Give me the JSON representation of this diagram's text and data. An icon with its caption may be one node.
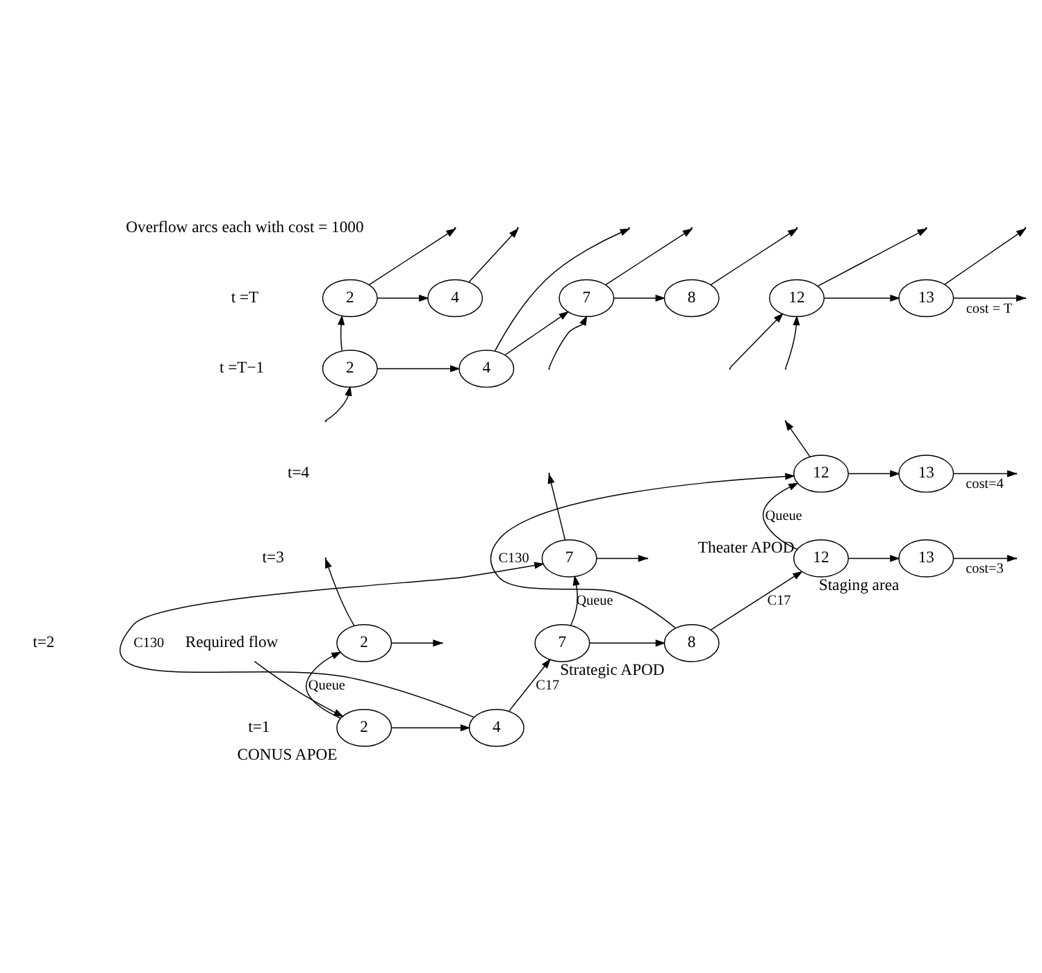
{
  "diagram": {
    "nodes": [
      {
        "text": [
          "2"
        ]
      },
      {
        "text": [
          "4"
        ]
      },
      {
        "text": [
          "7"
        ]
      },
      {
        "text": [
          "8"
        ]
      },
      {
        "text": [
          "12"
        ]
      },
      {
        "text": [
          "13"
        ]
      },
      {
        "text": [
          "2"
        ]
      },
      {
        "text": [
          "4"
        ]
      },
      {
        "text": [
          "12"
        ]
      },
      {
        "text": [
          "13"
        ]
      },
      {
        "text": [
          "7"
        ]
      },
      {
        "text": [
          "12"
        ],
        "beside": [
          "Theater APOD"
        ]
      },
      {
        "text": [
          "13"
        ],
        "beside": [
          "Staging area"
        ]
      },
      {
        "text": [
          "2"
        ]
      },
      {
        "text": [
          "7"
        ]
      },
      {
        "text": [
          "8"
        ],
        "beside": [
          "Strategic APOD"
        ]
      },
      {
        "text": [
          "Required flow"
        ]
      },
      {
        "text": [
          "2"
        ],
        "beside": [
          "CONUS APOE"
        ]
      },
      {
        "text": [
          "4"
        ]
      }
    ],
    "edges": [
      {
        "from": 0,
        "to": null,
        "arrow": "to"
      },
      {
        "from": 1,
        "to": null,
        "arrow": "to"
      },
      {
        "from": 2,
        "to": null,
        "arrow": "to"
      },
      {
        "from": 3,
        "to": null,
        "arrow": "to"
      },
      {
        "from": 4,
        "to": null,
        "arrow": "to"
      },
      {
        "from": 5,
        "to": null,
        "arrow": "to"
      },
      {
        "from": 0,
        "to": 1,
        "arrow": "to"
      },
      {
        "from": 2,
        "to": 3,
        "arrow": "to"
      },
      {
        "from": 4,
        "to": 5,
        "arrow": "to"
      },
      {
        "from": 5,
        "to": null,
        "arrow": "to",
        "label": "cost = T"
      },
      {
        "from": 6,
        "to": 0,
        "arrow": "to"
      },
      {
        "from": 6,
        "to": 7,
        "arrow": "to"
      },
      {
        "from": 7,
        "to": 2,
        "arrow": "to"
      },
      {
        "from": 7,
        "to": null,
        "arrow": "to"
      },
      {
        "from": null,
        "to": 6,
        "arrow": "to"
      },
      {
        "from": null,
        "to": 2,
        "arrow": "to"
      },
      {
        "from": null,
        "to": 4,
        "arrow": "to"
      },
      {
        "from": null,
        "to": 4,
        "arrow": "to"
      },
      {
        "from": 8,
        "to": null,
        "arrow": "to"
      },
      {
        "from": 8,
        "to": 9,
        "arrow": "to"
      },
      {
        "from": 9,
        "to": null,
        "arrow": "to",
        "label": "cost=4"
      },
      {
        "from": 10,
        "to": null,
        "arrow": "to"
      },
      {
        "from": 10,
        "to": null,
        "arrow": "to"
      },
      {
        "from": 11,
        "to": 8,
        "arrow": "to",
        "label": "Queue"
      },
      {
        "from": 11,
        "to": 12,
        "arrow": "to"
      },
      {
        "from": 12,
        "to": null,
        "arrow": "to",
        "label": "cost=3"
      },
      {
        "from": 13,
        "to": null,
        "arrow": "to"
      },
      {
        "from": 13,
        "to": null,
        "arrow": "to"
      },
      {
        "from": 14,
        "to": 10,
        "arrow": "to",
        "label": "Queue"
      },
      {
        "from": 14,
        "to": 15,
        "arrow": "to"
      },
      {
        "from": 15,
        "to": 8,
        "arrow": "to",
        "label": "C130"
      },
      {
        "from": 15,
        "to": 11,
        "arrow": "to",
        "label": "C17"
      },
      {
        "from": 16,
        "to": 17,
        "arrow": "to"
      },
      {
        "from": 17,
        "to": 13,
        "arrow": "to",
        "label": "Queue"
      },
      {
        "from": 17,
        "to": 18,
        "arrow": "to"
      },
      {
        "from": 18,
        "to": 10,
        "arrow": "to",
        "label": "C130"
      },
      {
        "from": 18,
        "to": 14,
        "arrow": "to",
        "label": "C17"
      }
    ],
    "labels": [
      "Overflow arcs each with cost = 1000",
      "t =T",
      "t =T−1",
      "t=4",
      "t=3",
      "t=2",
      "t=1"
    ]
  }
}
